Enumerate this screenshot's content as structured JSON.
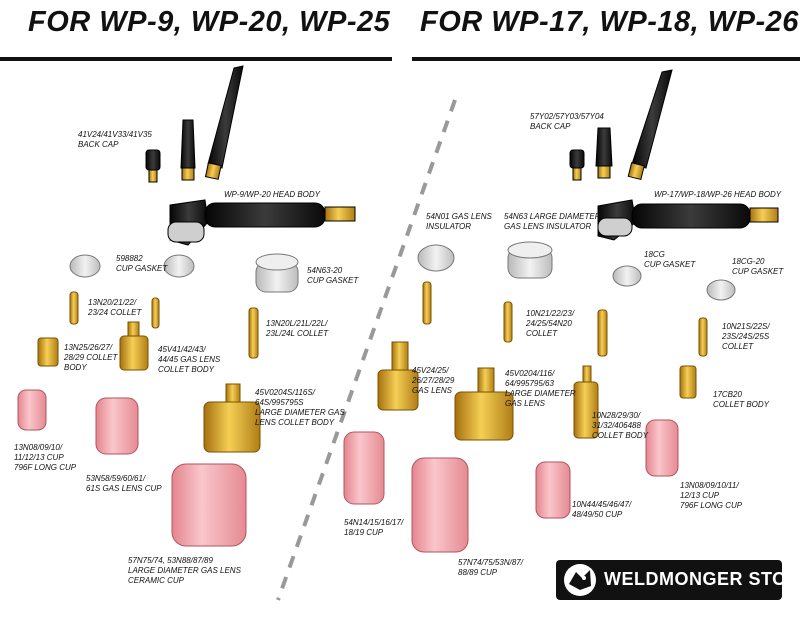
{
  "headers": {
    "left": "FOR WP-9, WP-20, WP-25",
    "right": "FOR WP-17, WP-18, WP-26"
  },
  "labels": {
    "l_backcap": "41V24/41V33/41V35\nBACK CAP",
    "l_headbody": "WP-9/WP-20 HEAD BODY",
    "l_cupgasket": "598882\nCUP GASKET",
    "l_cupgasket2": "54N63-20\nCUP GASKET",
    "l_collet": "13N20/21/22/\n23/24 COLLET",
    "l_collet_large": "13N20L/21L/22L/\n23L/24L COLLET",
    "l_colletbody": "13N25/26/27/\n28/29 COLLET\nBODY",
    "l_gaslens_body": "45V41/42/43/\n44/45 GAS LENS\nCOLLET BODY",
    "l_large_gaslens_body": "45V0204S/116S/\n64S/995795S\nLARGE DIAMETER GAS\nLENS COLLET BODY",
    "l_longcup": "13N08/09/10/\n11/12/13 CUP\n796F LONG CUP",
    "l_gaslens_cup": "53N58/59/60/61/\n61S GAS LENS CUP",
    "l_large_ceramic_cup": "57N75/74, 53N88/87/89\nLARGE DIAMETER GAS LENS\nCERAMIC CUP",
    "r_backcap": "57Y02/57Y03/57Y04\nBACK CAP",
    "r_headbody": "WP-17/WP-18/WP-26 HEAD BODY",
    "r_insulator": "54N01 GAS LENS\nINSULATOR",
    "r_large_insulator": "54N63 LARGE DIAMETER\nGAS LENS INSULATOR",
    "r_cupgasket": "18CG\nCUP GASKET",
    "r_cupgasket2": "18CG-20\nCUP GASKET",
    "r_collet": "10N21/22/23/\n24/25/54N20\nCOLLET",
    "r_collet_s": "10N21S/22S/\n23S/24S/25S\nCOLLET",
    "r_gaslens": "45V24/25/\n26/27/28/29\nGAS LENS",
    "r_large_gaslens": "45V0204/116/\n64/995795/63\nLARGE DIAMETER\nGAS LENS",
    "r_colletbody_c": "17CB20\nCOLLET BODY",
    "r_colletbody": "10N28/29/30/\n31/32/406488\nCOLLET BODY",
    "r_longcup": "13N08/09/10/11/\n12/13 CUP\n796F LONG CUP",
    "r_cup": "54N14/15/16/17/\n18/19 CUP",
    "r_cup_large": "57N74/75/53N/87/\n88/89 CUP",
    "r_cup_small": "10N44/45/46/47/\n48/49/50 CUP"
  },
  "brand": {
    "name": "WELDMONGER STORE"
  },
  "colors": {
    "brass": "#d9a12a",
    "cup_pink": "#f2a3aa",
    "black_part": "#1a1a1a",
    "gasket_grey": "#d5d5d5"
  }
}
